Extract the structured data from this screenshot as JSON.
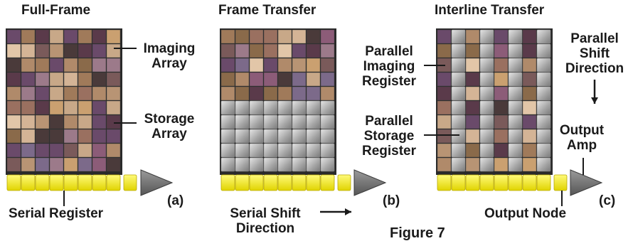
{
  "panels": [
    {
      "title": "Full-Frame",
      "tag": "(a)",
      "labels": {
        "imaging_array": [
          "Imaging",
          "Array"
        ],
        "storage_array": [
          "Storage",
          "Array"
        ],
        "serial_register": "Serial Register"
      }
    },
    {
      "title": "Frame Transfer",
      "tag": "(b)",
      "labels": {
        "serial_shift_direction": [
          "Serial Shift",
          "Direction"
        ]
      }
    },
    {
      "title": "Interline Transfer",
      "tag": "(c)",
      "labels": {
        "parallel_imaging_register": [
          "Parallel",
          "Imaging",
          "Register"
        ],
        "parallel_storage_register": [
          "Parallel",
          "Storage",
          "Register"
        ],
        "parallel_shift_direction": [
          "Parallel",
          "Shift",
          "Direction"
        ],
        "output_amp": [
          "Output",
          "Amp"
        ],
        "output_node": "Output Node"
      }
    }
  ],
  "colors": {
    "register_yellow": "#f2ea00",
    "register_edge": "#b8a800",
    "amp_gray": "#6e6e6e",
    "storage_gray": "#a9a9a9",
    "grid_line": "#d8d8d8"
  },
  "pixel_palette": [
    "#8a6a4a",
    "#5a3a4a",
    "#b08a6a",
    "#c8a888",
    "#7a5a5a",
    "#9a7060",
    "#d4b496",
    "#6a4a6a",
    "#a07a5a",
    "#e2c6a8",
    "#4a3a3a",
    "#8c5c78",
    "#b89474",
    "#7c6a8a",
    "#caa070",
    "#9c7a8a"
  ],
  "footer_partial": "Figure 7"
}
